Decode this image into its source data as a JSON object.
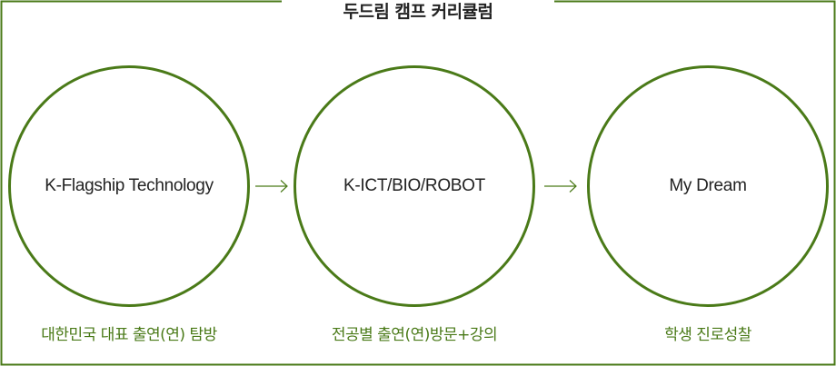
{
  "title": "두드림 캠프 커리큘럼",
  "steps": [
    {
      "label": "K-Flagship Technology",
      "caption": "대한민국 대표 출연(연) 탐방"
    },
    {
      "label": "K-ICT/BIO/ROBOT",
      "caption": "전공별 출연(연)방문+강의"
    },
    {
      "label": "My Dream",
      "caption": "학생 진로성찰"
    }
  ],
  "colors": {
    "accent": "#4a7a18",
    "frame": "#4a7a18",
    "text": "#222222"
  },
  "icons": [
    "arrow-right-icon"
  ]
}
